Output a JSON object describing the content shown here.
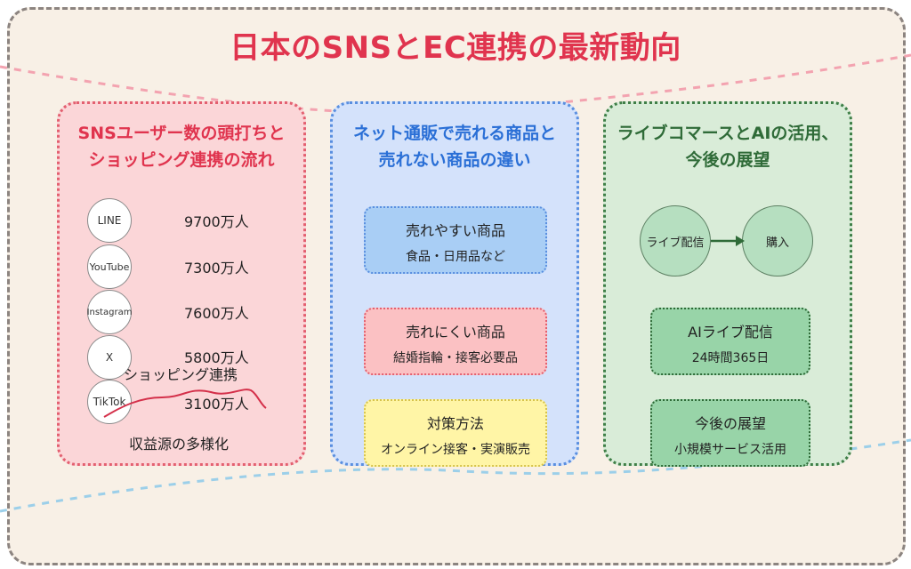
{
  "title": "日本のSNSとEC連携の最新動向",
  "colors": {
    "title": "#e0344e",
    "pink": "#fbd6d8",
    "blue": "#d4e2fb",
    "green": "#d9ecd8"
  },
  "sns_panel": {
    "heading_line1": "SNSユーザー数の頭打ちと",
    "heading_line2": "ショッピング連携の流れ",
    "platforms": [
      {
        "name": "LINE",
        "users": "9700万人"
      },
      {
        "name": "YouTube",
        "users": "7300万人"
      },
      {
        "name": "Instagram",
        "users": "7600万人"
      },
      {
        "name": "X",
        "users": "5800万人"
      },
      {
        "name": "TikTok",
        "users": "3100万人"
      }
    ],
    "shopping_label": "ショッピング連携",
    "revenue_label": "収益源の多様化"
  },
  "ec_panel": {
    "heading_line1": "ネット通販で売れる商品と",
    "heading_line2": "売れない商品の違い",
    "boxes": [
      {
        "title": "売れやすい商品",
        "detail": "食品・日用品など"
      },
      {
        "title": "売れにくい商品",
        "detail": "結婚指輪・接客必要品"
      },
      {
        "title": "対策方法",
        "detail": "オンライン接客・実演販売"
      }
    ]
  },
  "live_panel": {
    "heading_line1": "ライブコマースとAIの活用、",
    "heading_line2": "今後の展望",
    "flow": {
      "from": "ライブ配信",
      "to": "購入"
    },
    "boxes": [
      {
        "title": "AIライブ配信",
        "detail": "24時間365日"
      },
      {
        "title": "今後の展望",
        "detail": "小規模サービス活用"
      }
    ]
  }
}
